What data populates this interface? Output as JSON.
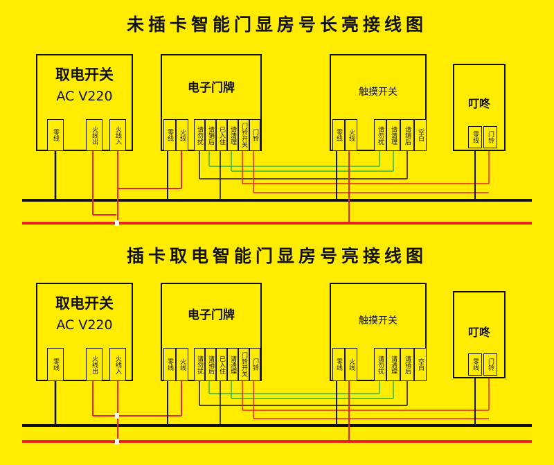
{
  "diagram1": {
    "title": "未插卡智能门显房号长亮接线图",
    "power_switch": {
      "label1": "取电开关",
      "label2": "AC V220",
      "terminals": [
        "零线",
        "火线出",
        "火线入"
      ]
    },
    "door_plate": {
      "label": "电子门牌",
      "terminals": [
        "零线",
        "火线",
        "请勿扰",
        "请销后",
        "已入住",
        "请清理",
        "门铃开关",
        "门铃"
      ]
    },
    "touch_switch": {
      "label": "触摸开关",
      "terminals": [
        "零线",
        "火线",
        "请勿扰",
        "请清理",
        "请销后",
        "空白"
      ]
    },
    "doorbell": {
      "label": "叮咚",
      "terminals": [
        "零线",
        "门铃"
      ]
    }
  },
  "diagram2": {
    "title": "插卡取电智能门显房号亮接线图",
    "power_switch": {
      "label1": "取电开关",
      "label2": "AC V220",
      "terminals": [
        "零线",
        "火线出",
        "火线入"
      ]
    },
    "door_plate": {
      "label": "电子门牌",
      "terminals": [
        "零线",
        "火线",
        "请勿扰",
        "请销后",
        "已入住",
        "请清理",
        "门铃开关",
        "门铃"
      ]
    },
    "touch_switch": {
      "label": "触摸开关",
      "terminals": [
        "零线",
        "火线",
        "请勿扰",
        "请清理",
        "请销后",
        "空白"
      ]
    },
    "doorbell": {
      "label": "叮咚",
      "terminals": [
        "零线",
        "门铃"
      ]
    }
  },
  "colors": {
    "background": "#ffec00",
    "neutral_wire": "#111111",
    "live_wire": "#e8231e",
    "green_wire": "#2fb24a",
    "signal_wire": "#111111"
  }
}
